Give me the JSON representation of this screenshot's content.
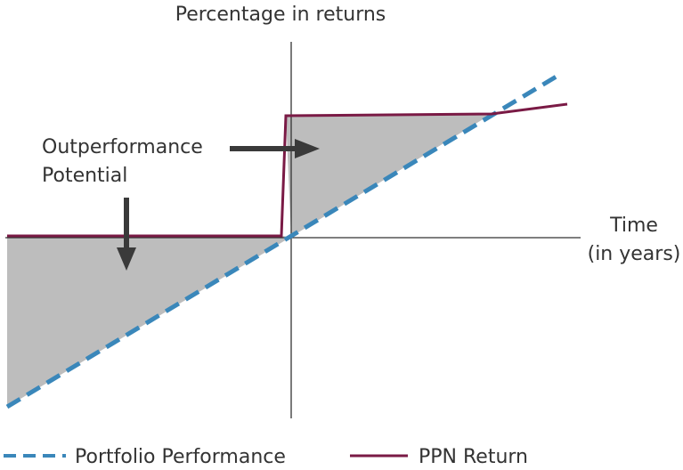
{
  "diagram": {
    "y_axis_label": "Percentage in returns",
    "x_axis_label_line1": "Time",
    "x_axis_label_line2": "(in years)",
    "annotation_line1": "Outperformance",
    "annotation_line2": "Potential",
    "legend": {
      "portfolio_label": "Portfolio Performance",
      "ppn_label": "PPN Return"
    },
    "colors": {
      "portfolio": "#3a87ba",
      "ppn": "#7a1a45",
      "shaded_area": "#bdbdbd",
      "axes": "#333333",
      "arrows": "#3a3a3a",
      "text": "#333333"
    }
  }
}
